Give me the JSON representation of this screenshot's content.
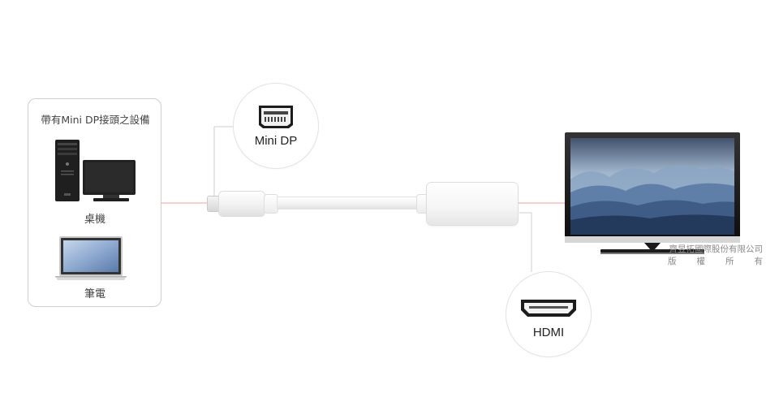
{
  "devices_box": {
    "title": "帶有Mini DP接頭之設備",
    "desktop_label": "桌機",
    "laptop_label": "筆電"
  },
  "connectors": {
    "minidp_label": "Mini DP",
    "hdmi_label": "HDMI"
  },
  "copyright": {
    "line1": "齊昱拓國際股份有限公司",
    "line2": "版權所有"
  },
  "colors": {
    "signal_line": "#e9a3a3",
    "leader_line": "#cfcfcf",
    "box_border": "#cfcfcf"
  }
}
